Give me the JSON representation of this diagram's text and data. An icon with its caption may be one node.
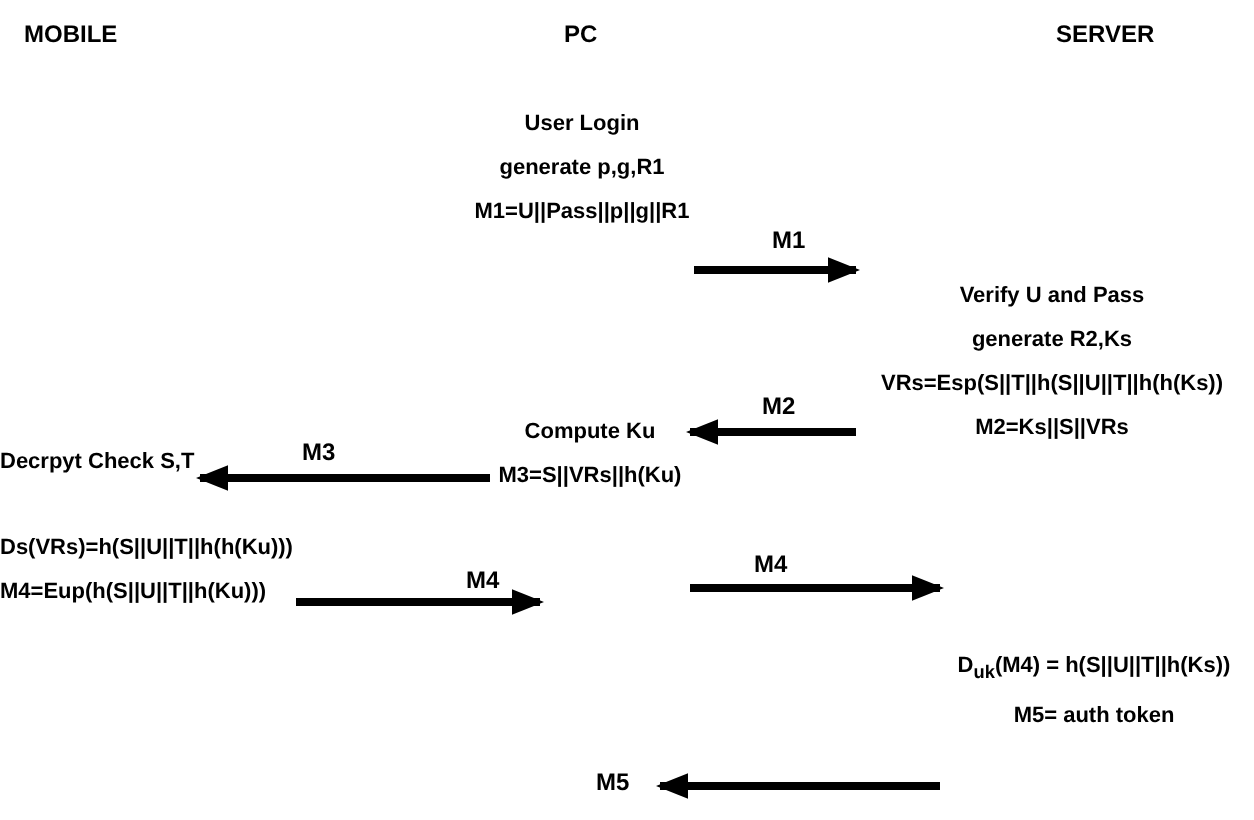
{
  "diagram": {
    "nodes": [
      {
        "text": [
          "User Login",
          "generate p,g,R1",
          "M1=U||Pass||p||g||R1"
        ]
      },
      {
        "text": [
          "Verify U and Pass",
          "generate R2,Ks",
          "VRs=Esp(S||T||h(S||U||T||h(h(Ks))",
          "M2=Ks||S||VRs"
        ]
      },
      {
        "text": [
          "Compute Ku",
          "M3=S||VRs||h(Ku)"
        ]
      },
      {
        "text": [
          "Decrpyt Check S,T"
        ]
      },
      {
        "text": [
          "Ds(VRs)=h(S||U||T||h(h(Ku)))",
          "M4=Eup(h(S||U||T||h(Ku)))"
        ]
      },
      {
        "text": [
          "D$_{uk}$(M4) = h(S||U||T||h(Ks))",
          "M5= auth token"
        ]
      }
    ],
    "edges": [
      {
        "from": 0,
        "to": 1,
        "arrow": "to",
        "label": "M1"
      },
      {
        "from": 1,
        "to": 2,
        "arrow": "to",
        "label": "M2"
      },
      {
        "from": 2,
        "to": 3,
        "arrow": "to",
        "label": "M3"
      },
      {
        "from": 4,
        "to": null,
        "arrow": "to",
        "label": "M4"
      },
      {
        "from": null,
        "to": 5,
        "arrow": "to",
        "label": "M4"
      },
      {
        "from": 5,
        "to": null,
        "arrow": "to",
        "label": "M5"
      }
    ],
    "labels": [
      "MOBILE",
      "PC",
      "SERVER"
    ]
  }
}
